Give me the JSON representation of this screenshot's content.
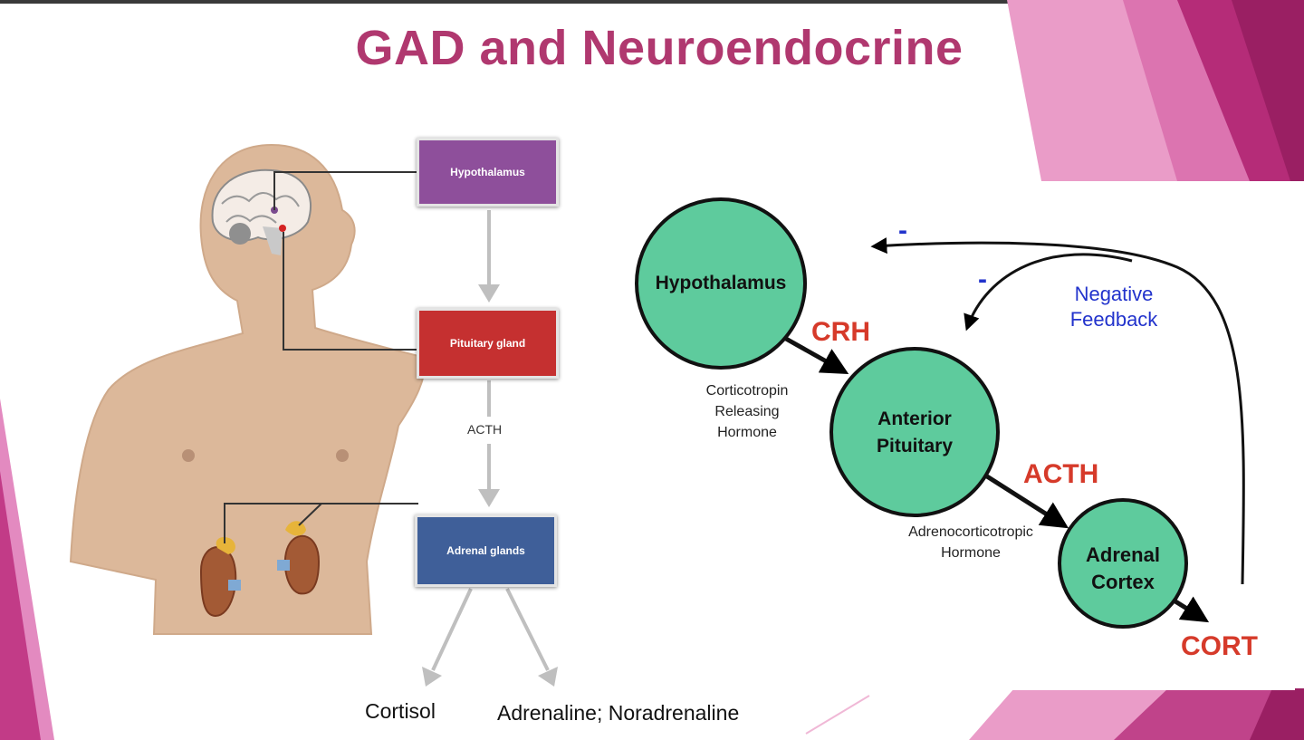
{
  "title": "GAD and Neuroendocrine",
  "colors": {
    "title": "#b0386f",
    "hypothalamus_box": "#8e4f9b",
    "pituitary_box": "#c53030",
    "adrenal_box": "#3f5f99",
    "circle_fill": "#5ecb9d",
    "hormone_red": "#d63a2a",
    "feedback_blue": "#2233cc",
    "deco_magenta": "#b52c78",
    "deco_pink": "#e28ac0"
  },
  "left_diagram": {
    "hypothalamus_label": "Hypothalamus",
    "pituitary_label": "Pituitary gland",
    "acth_label": "ACTH",
    "adrenal_label": "Adrenal glands",
    "output_cortisol": "Cortisol",
    "output_adrenaline": "Adrenaline; Noradrenaline"
  },
  "right_diagram": {
    "nodes": {
      "hypothalamus": "Hypothalamus",
      "anterior_pituitary_line1": "Anterior",
      "anterior_pituitary_line2": "Pituitary",
      "adrenal_cortex_line1": "Adrenal",
      "adrenal_cortex_line2": "Cortex"
    },
    "hormones": {
      "crh": "CRH",
      "acth": "ACTH",
      "cort": "CORT"
    },
    "descriptions": {
      "crh_line1": "Corticotropin",
      "crh_line2": "Releasing",
      "crh_line3": "Hormone",
      "acth_line1": "Adrenocorticotropic",
      "acth_line2": "Hormone"
    },
    "feedback": {
      "line1": "Negative",
      "line2": "Feedback",
      "minus_sign": "-"
    }
  }
}
